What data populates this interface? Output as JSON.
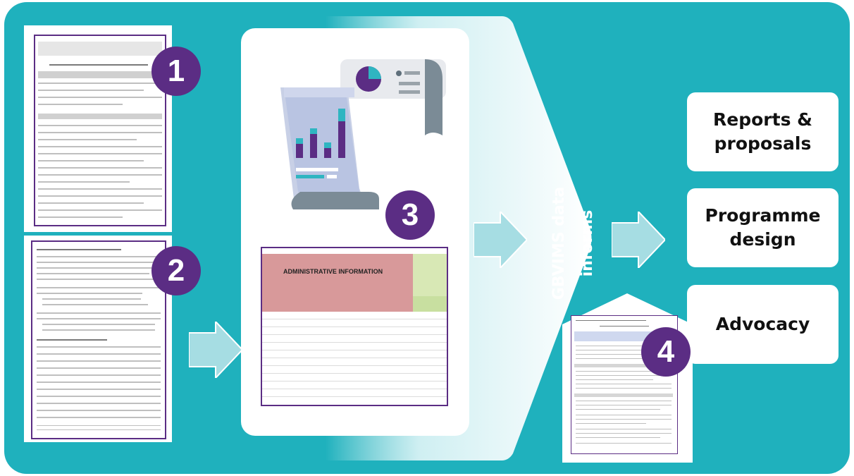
{
  "step_numbers": [
    "1",
    "2",
    "3",
    "4"
  ],
  "informs_label": "GBVIMS data informs",
  "outcomes": [
    "Reports & proposals",
    "Programme design",
    "Advocacy"
  ],
  "sheet_title": "ADMINISTRATIVE INFORMATION",
  "colors": {
    "background": "#1fb1bd",
    "badge": "#5b2d84",
    "arrow": "#a6dde3"
  }
}
